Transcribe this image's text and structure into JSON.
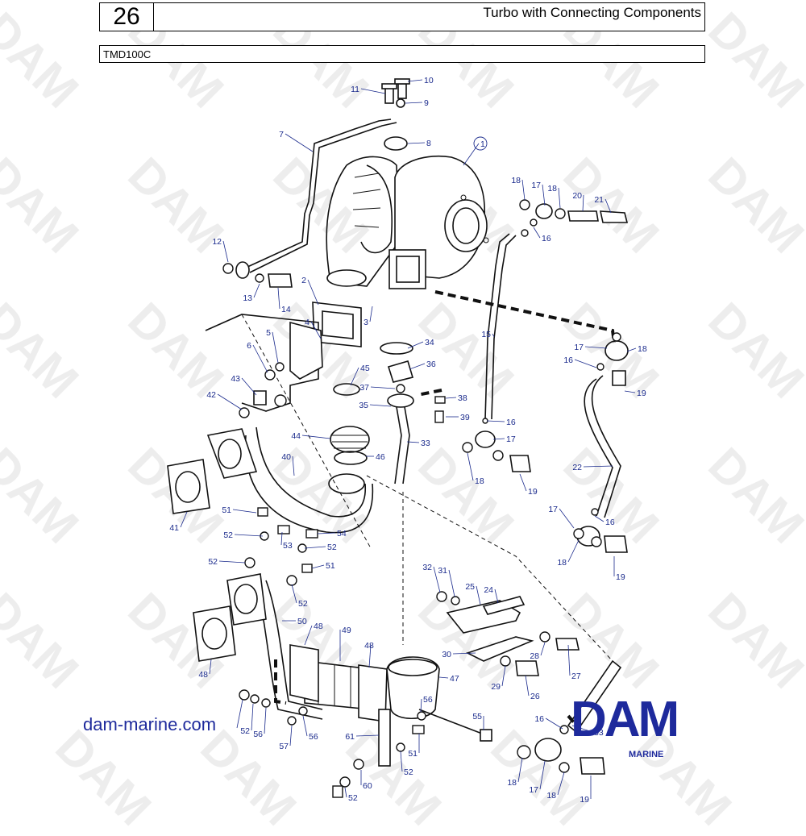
{
  "header": {
    "page_number": "26",
    "title": "Turbo with Connecting Components"
  },
  "model": "TMD100C",
  "watermark_text": "DAM",
  "footer": {
    "website": "dam-marine.com"
  },
  "logo": {
    "brand": "DAM",
    "subtitle": "MARINE"
  },
  "colors": {
    "callout": "#1a2a8c",
    "brand": "#1e2a9c",
    "line": "#111111"
  },
  "callouts": [
    "1",
    "2",
    "3",
    "4",
    "5",
    "6",
    "7",
    "8",
    "9",
    "10",
    "11",
    "12",
    "13",
    "14",
    "15",
    "16",
    "17",
    "18",
    "19",
    "20",
    "21",
    "22",
    "24",
    "25",
    "26",
    "27",
    "28",
    "29",
    "30",
    "31",
    "32",
    "33",
    "34",
    "35",
    "36",
    "37",
    "38",
    "39",
    "40",
    "41",
    "42",
    "43",
    "44",
    "45",
    "46",
    "47",
    "48",
    "49",
    "50",
    "51",
    "52",
    "53",
    "54",
    "55",
    "56",
    "57",
    "60",
    "61"
  ]
}
